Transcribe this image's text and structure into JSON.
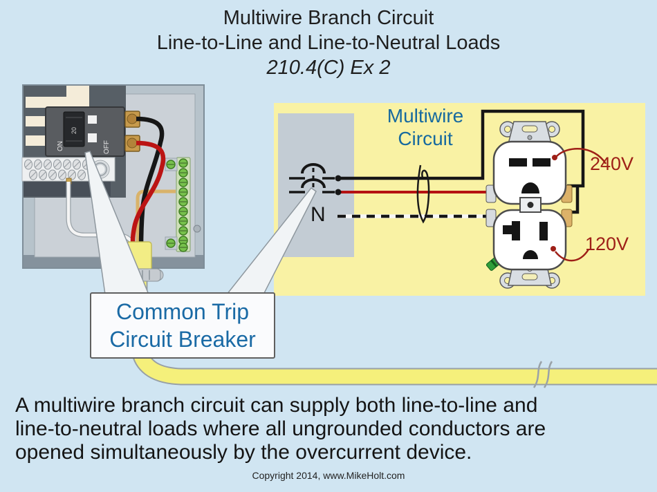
{
  "title": {
    "line1": "Multiwire Branch Circuit",
    "line2": "Line-to-Line and Line-to-Neutral Loads",
    "line3": "210.4(C) Ex 2"
  },
  "schematic": {
    "label_line1": "Multiwire",
    "label_line2": "Circuit",
    "neutral_label": "N",
    "voltage_top": "240V",
    "voltage_bottom": "120V"
  },
  "panel": {
    "breaker": {
      "amp": "20",
      "on": "ON",
      "off": "OFF"
    }
  },
  "callout": {
    "line1": "Common Trip",
    "line2": "Circuit Breaker"
  },
  "caption": {
    "line1": "A multiwire branch circuit can supply both line-to-line and",
    "line2": "line-to-neutral loads where all ungrounded conductors are",
    "line3": "opened simultaneously by the overcurrent device."
  },
  "footer": {
    "copyright": "Copyright 2014, www.MikeHolt.com"
  },
  "colors": {
    "background": "#d0e5f2",
    "diagram_bg": "#f9f2a4",
    "panel_zone": "#c3ccd4",
    "accent_blue": "#176a9f",
    "callout_blue": "#1a6aa5",
    "label_red": "#9e1f17",
    "cable_yellow": "#f5f07b",
    "hot_black": "#161616",
    "hot_red": "#b51212"
  }
}
